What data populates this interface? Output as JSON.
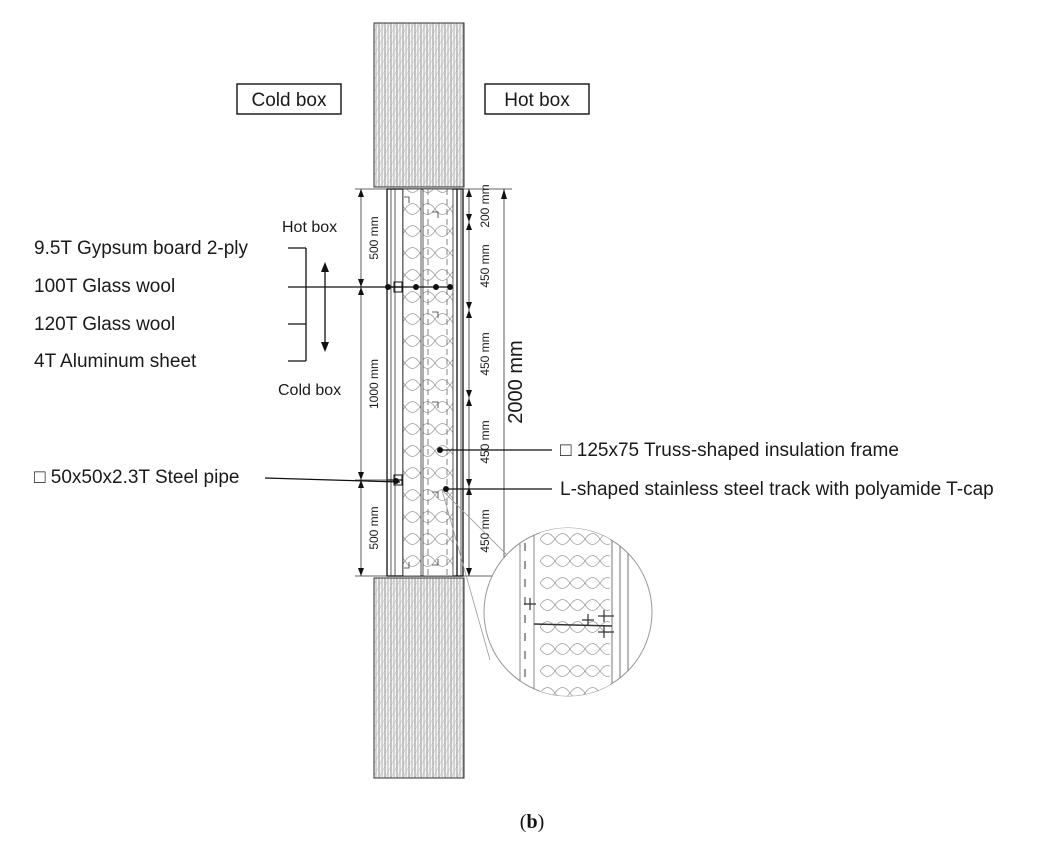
{
  "labels": {
    "cold_box_top": "Cold box",
    "hot_box_top": "Hot box",
    "hot_box_side": "Hot box",
    "cold_box_side": "Cold box",
    "layer1": "9.5T Gypsum board 2-ply",
    "layer2": "100T Glass wool",
    "layer3": "120T Glass wool",
    "layer4": "4T Aluminum sheet",
    "steel_pipe": "□ 50x50x2.3T Steel pipe",
    "truss_frame": "□ 125x75 Truss-shaped insulation frame",
    "track": "L-shaped stainless steel track with polyamide T-cap"
  },
  "dims_left": {
    "top": "500 mm",
    "mid": "1000 mm",
    "bot": "500 mm"
  },
  "dims_right": {
    "d1": "200 mm",
    "d2": "450 mm",
    "d3": "450 mm",
    "d4": "450 mm",
    "d5": "450 mm"
  },
  "dim_total": "2000 mm",
  "caption": {
    "open": "(",
    "letter": "b",
    "close": ")"
  }
}
